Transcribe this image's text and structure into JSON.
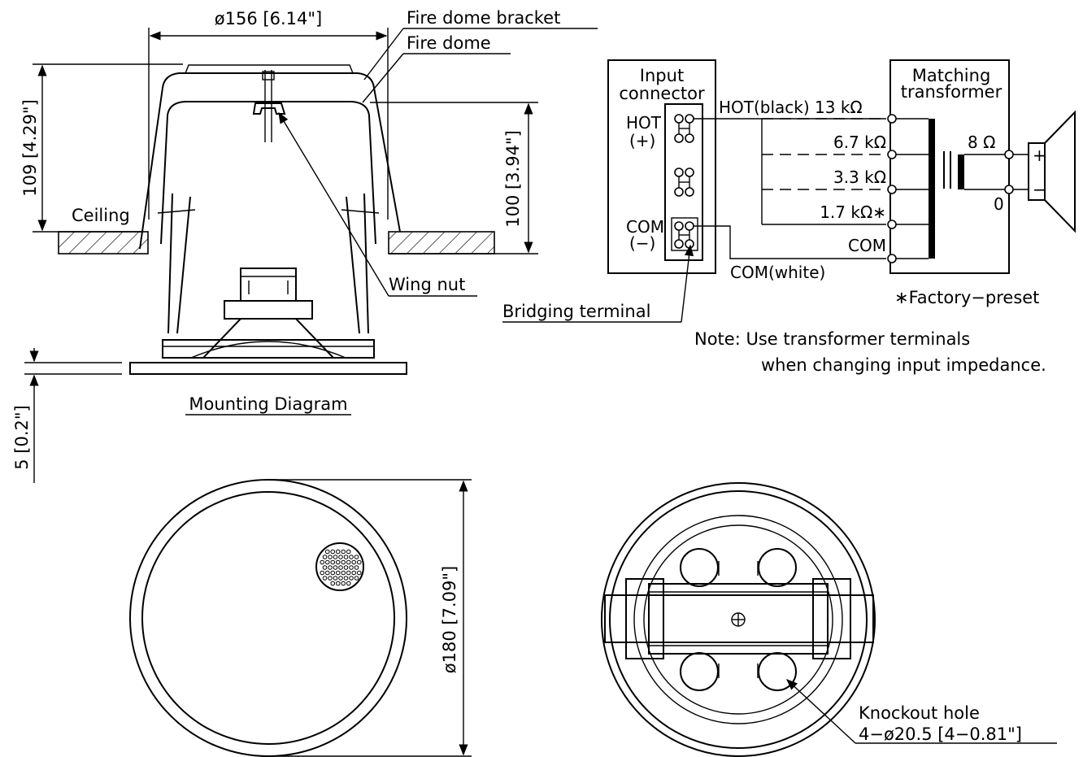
{
  "mounting": {
    "dim_width": "ø156 [6.14\"]",
    "dim_height_total": "109 [4.29\"]",
    "dim_height_dome": "100 [3.94\"]",
    "dim_flange": "5 [0.2\"]",
    "label_fire_dome_bracket": "Fire dome bracket",
    "label_fire_dome": "Fire dome",
    "label_ceiling": "Ceiling",
    "label_wing_nut": "Wing nut",
    "title": "Mounting Diagram"
  },
  "wiring": {
    "input_connector_line1": "Input",
    "input_connector_line2": "connector",
    "hot_line1": "HOT",
    "hot_line2": "(+)",
    "com_line1": "COM",
    "com_line2": "(−)",
    "transformer_line1": "Matching",
    "transformer_line2": "transformer",
    "tap_13k": "HOT(black)  13 kΩ",
    "tap_6_7k": "6.7 kΩ",
    "tap_3_3k": "3.3 kΩ",
    "tap_1_7k": "1.7 kΩ∗",
    "tap_com": "COM",
    "com_white": "COM(white)",
    "secondary_8ohm": "8  Ω",
    "secondary_0": "0",
    "plus": "+",
    "minus": "−",
    "factory_preset": "∗Factory−preset",
    "bridging_terminal": "Bridging terminal",
    "note_line1": "Note:  Use transformer terminals",
    "note_line2": "when changing input impedance."
  },
  "front_view": {
    "dim_diameter": "ø180 [7.09\"]"
  },
  "rear_view": {
    "knockout_line1": "Knockout hole",
    "knockout_line2": "4−ø20.5 [4−0.81\"]"
  }
}
